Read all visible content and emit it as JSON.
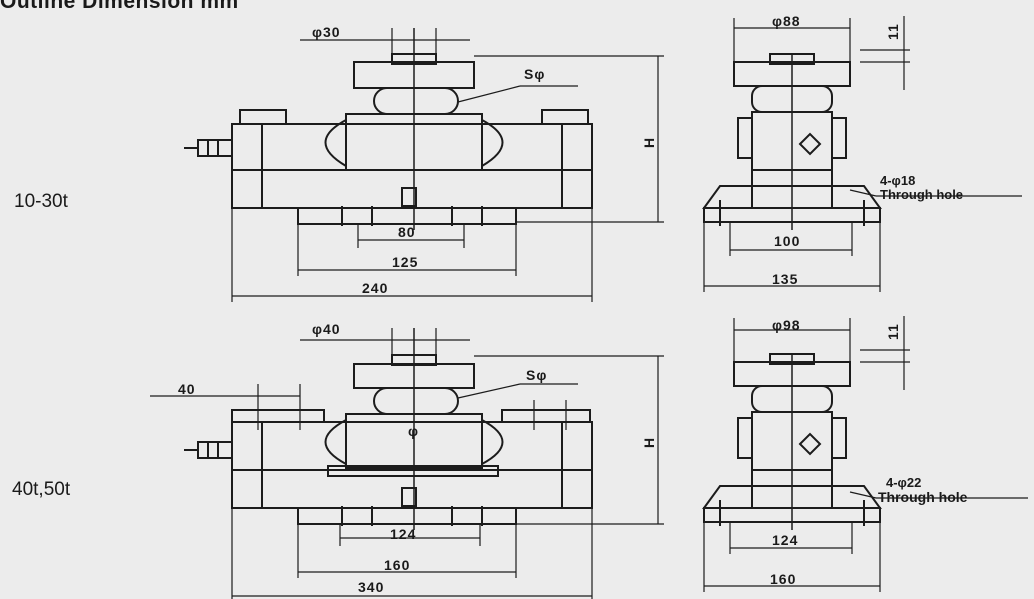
{
  "title": "Outline Dimension mm",
  "top_row": {
    "range_label": "10-30t",
    "front_view": {
      "top_dia": "φ30",
      "sphere_label": "Sφ",
      "height_label": "H",
      "dims": [
        "80",
        "125",
        "240"
      ]
    },
    "side_view": {
      "top_dia": "φ88",
      "top_thickness": "11",
      "hole_spec": "4-φ18",
      "hole_note": "Through hole",
      "dims": [
        "100",
        "135"
      ]
    }
  },
  "bottom_row": {
    "range_label": "40t,50t",
    "front_view": {
      "top_dia": "φ40",
      "side_offset": "40",
      "sphere_label": "Sφ",
      "height_label": "H",
      "center_mark": "φ",
      "dims": [
        "124",
        "160",
        "340"
      ]
    },
    "side_view": {
      "top_dia": "φ98",
      "top_thickness": "11",
      "hole_spec": "4-φ22",
      "hole_note": "Through hole",
      "dims": [
        "124",
        "160"
      ]
    }
  }
}
